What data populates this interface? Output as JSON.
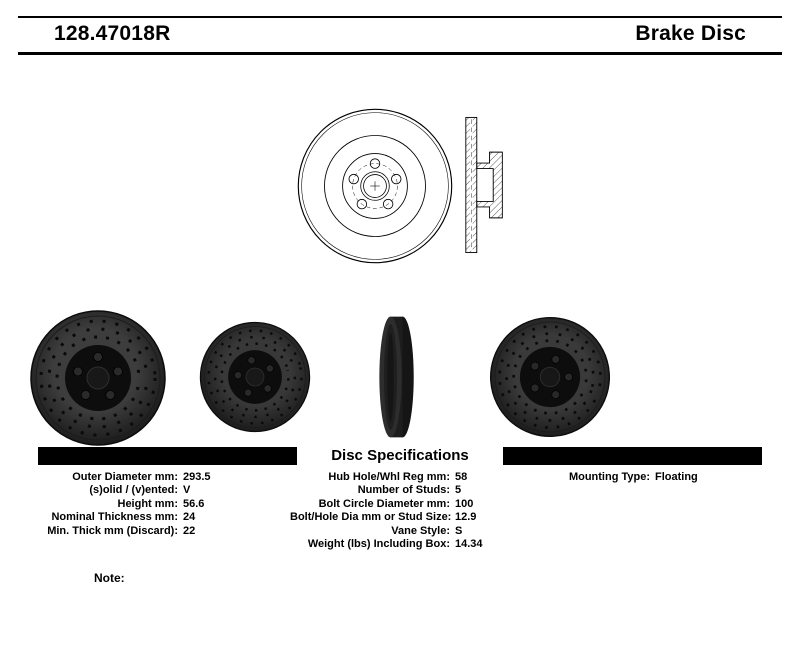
{
  "header": {
    "part_number": "128.47018R",
    "product_type": "Brake Disc"
  },
  "spec_section": {
    "title": "Disc Specifications"
  },
  "specs_left": [
    {
      "label": "Outer Diameter mm:",
      "value": "293.5"
    },
    {
      "label": "(s)olid / (v)ented:",
      "value": "V"
    },
    {
      "label": "Height mm:",
      "value": "56.6"
    },
    {
      "label": "Nominal Thickness mm:",
      "value": "24"
    },
    {
      "label": "Min. Thick mm (Discard):",
      "value": "22"
    }
  ],
  "specs_middle": [
    {
      "label": "Hub Hole/Whl Reg mm:",
      "value": "58"
    },
    {
      "label": "Number of Studs:",
      "value": "5"
    },
    {
      "label": "Bolt Circle Diameter mm:",
      "value": "100"
    },
    {
      "label": "Bolt/Hole Dia mm or Stud Size:",
      "value": "12.9"
    },
    {
      "label": "Vane Style:",
      "value": "S"
    },
    {
      "label": "Weight (lbs) Including Box:",
      "value": "14.34"
    }
  ],
  "specs_right": [
    {
      "label": "Mounting Type:",
      "value": "Floating"
    }
  ],
  "note_label": "Note:",
  "colors": {
    "text": "#000000",
    "bar": "#000000",
    "disc_dark": "#262626"
  }
}
